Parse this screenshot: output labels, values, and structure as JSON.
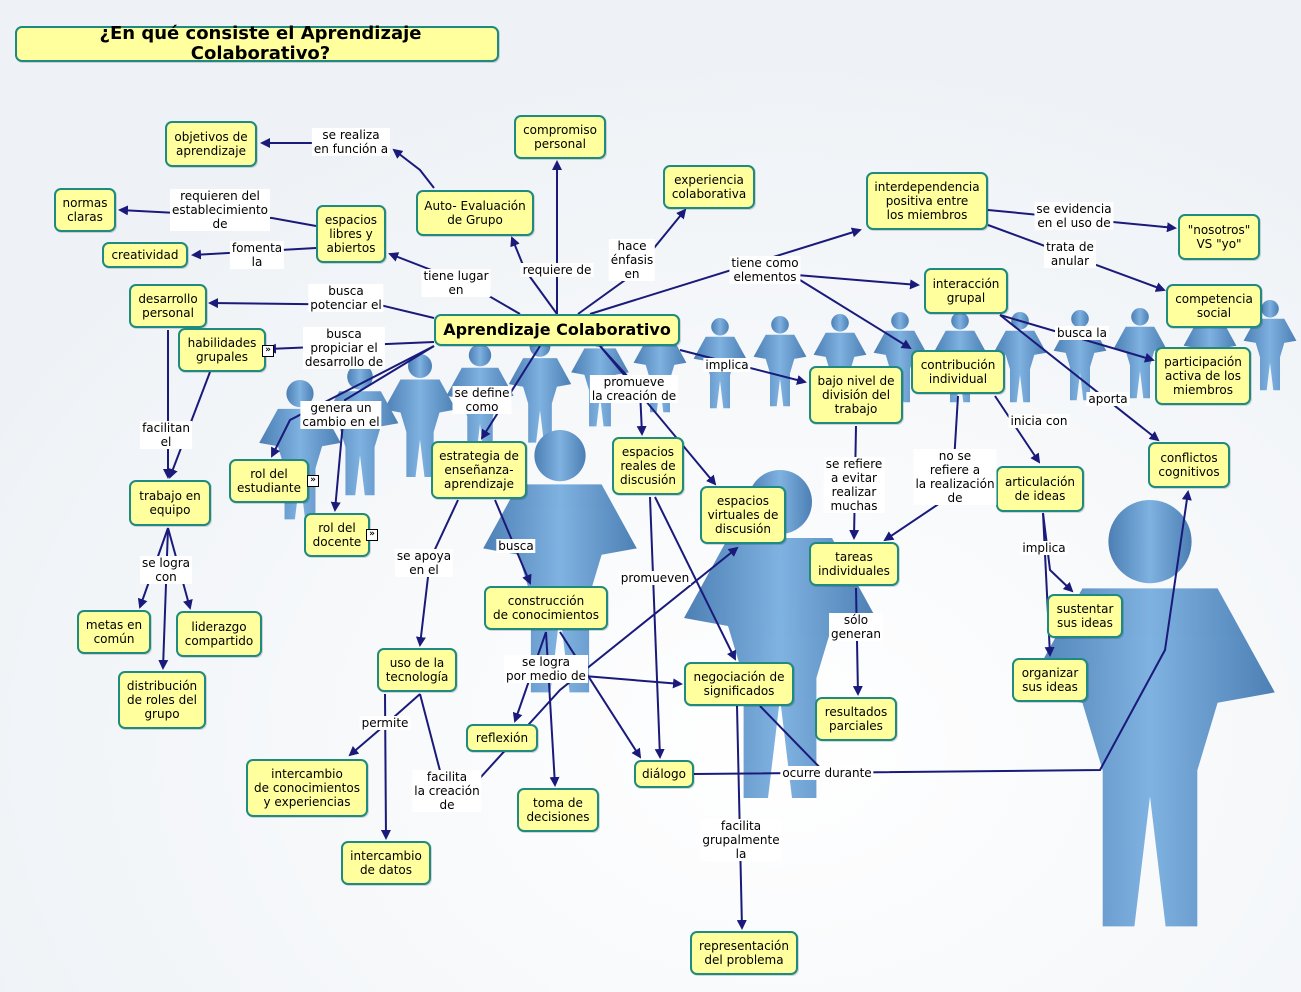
{
  "title": "¿En qué consiste el Aprendizaje Colaborativo?",
  "nodes": {
    "central": "Aprendizaje Colaborativo",
    "objetivos": "objetivos de\naprendizaje",
    "compromiso": "compromiso\npersonal",
    "experiencia": "experiencia\ncolaborativa",
    "interdependencia": "interdependencia\npositiva entre\nlos miembros",
    "nosotros": "\"nosotros\"\nVS \"yo\"",
    "normas": "normas\nclaras",
    "espacios_libres": "espacios\nlibres y\nabiertos",
    "autoeval": "Auto- Evaluación\nde Grupo",
    "creatividad": "creatividad",
    "interaccion": "interacción\ngrupal",
    "competencia": "competencia\nsocial",
    "desarrollo": "desarrollo\npersonal",
    "habilidades": "habilidades\ngrupales",
    "contribucion": "contribución\nindividual",
    "participacion": "participación\nactiva de los\nmiembros",
    "bajo_nivel": "bajo nivel de\ndivisión del\ntrabajo",
    "conflictos": "conflictos\ncognitivos",
    "rol_estudiante": "rol del\nestudiante",
    "estrategia": "estrategia de\nenseñanza-\naprendizaje",
    "espacios_reales": "espacios\nreales de\ndiscusión",
    "espacios_virtuales": "espacios\nvirtuales de\ndiscusión",
    "articulacion": "articulación\nde ideas",
    "trabajo_equipo": "trabajo en\nequipo",
    "rol_docente": "rol del\ndocente",
    "tareas": "tareas\nindividuales",
    "construccion": "construcción\nde conocimientos",
    "sustentar": "sustentar\nsus ideas",
    "metas": "metas en\ncomún",
    "liderazgo": "liderazgo\ncompartido",
    "uso_tecnologia": "uso de la\ntecnología",
    "negociacion": "negociación de\nsignificados",
    "organizar": "organizar\nsus ideas",
    "distribucion": "distribución\nde roles del\ngrupo",
    "resultados": "resultados\nparciales",
    "reflexion": "reflexión",
    "intercambio_conoc": "intercambio\nde conocimientos\ny experiencias",
    "dialogo": "diálogo",
    "toma_decisiones": "toma de\ndecisiones",
    "intercambio_datos": "intercambio\nde datos",
    "representacion": "representación\ndel problema"
  },
  "labels": {
    "se_realiza": "se realiza\nen función a",
    "requieren": "requieren del\nestablecimiento\nde",
    "fomenta": "fomenta\nla",
    "busca_potenciar": "busca\npotenciar el",
    "tiene_lugar": "tiene lugar\nen",
    "requiere_de": "requiere de",
    "hace_enfasis": "hace\nénfasis\nen",
    "tiene_como": "tiene como\nelementos",
    "se_evidencia": "se evidencia\nen el uso de",
    "trata_de": "trata de\nanular",
    "busca_la": "busca la",
    "busca_propiciar": "busca\npropiciar el\ndesarrollo de",
    "implica_top": "implica",
    "aporta": "aporta",
    "se_define": "se define\ncomo",
    "promueve": "promueve\nla creación de",
    "genera": "genera un\ncambio en el",
    "facilitan": "facilitan\nel",
    "se_refiere": "se refiere\na evitar\nrealizar\nmuchas",
    "no_se_refiere": "no se\nrefiere a\nla realización\nde",
    "inicia_con": "inicia con",
    "se_logra_con": "se logra\ncon",
    "se_apoya": "se apoya\nen el",
    "busca": "busca",
    "promueven": "promueven",
    "implica_mid": "implica",
    "solo_generan": "sólo\ngeneran",
    "se_logra_medio": "se logra\npor medio de",
    "permite": "permite",
    "facilita_creacion": "facilita\nla creación\nde",
    "ocurre_durante": "ocurre durante",
    "facilita_grupal": "facilita\ngrupalmente\nla"
  },
  "colors": {
    "node_fill": "#ffff9e",
    "node_border": "#1e8a80",
    "link": "#1a1a7a",
    "figure": "#4a86c0"
  },
  "icons": {
    "expand": "expand-arrow-icon"
  }
}
